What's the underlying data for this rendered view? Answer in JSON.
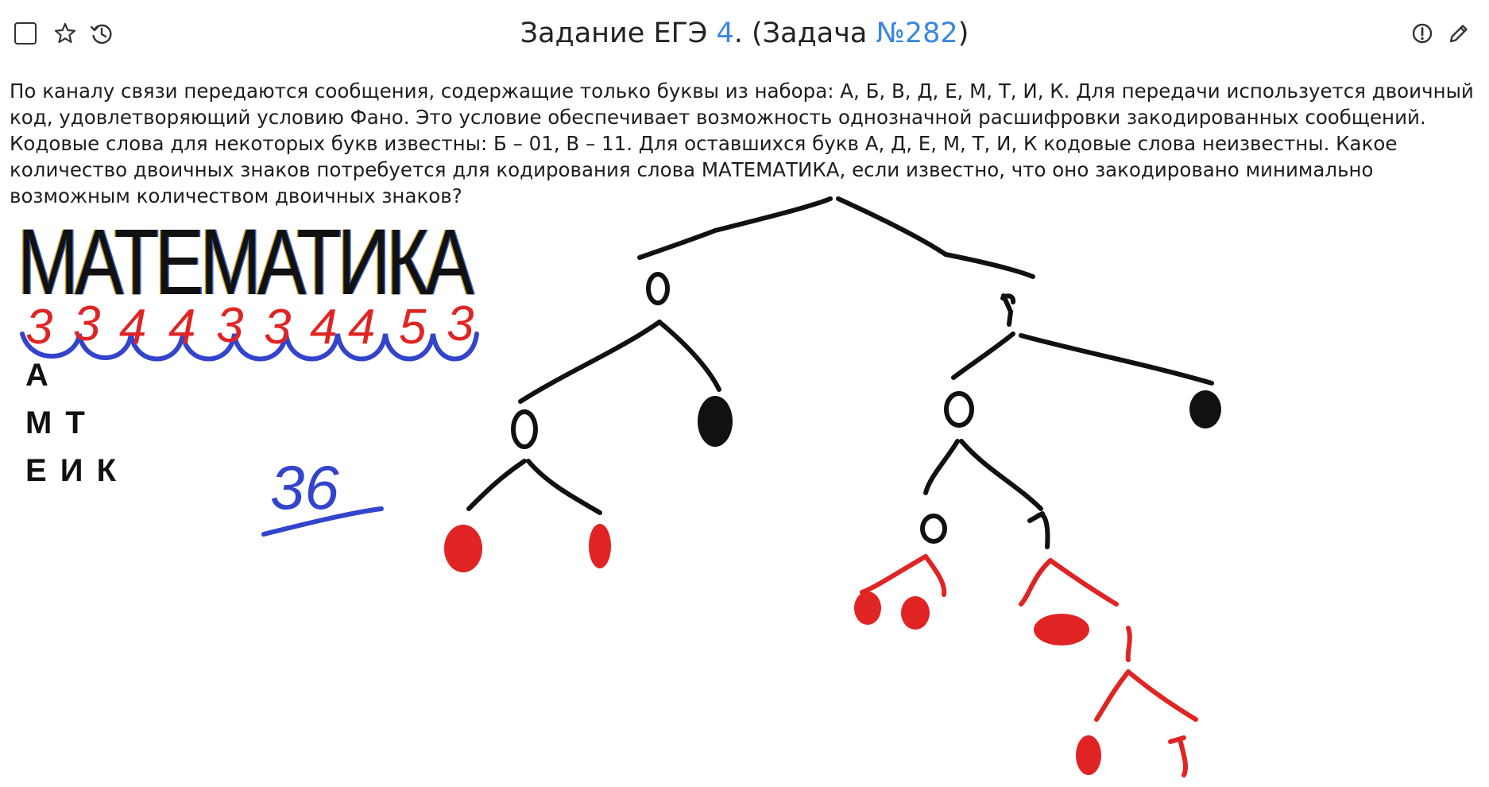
{
  "header": {
    "title_prefix": "Задание ЕГЭ ",
    "task_number": "4",
    "title_middle": ". (Задача ",
    "problem_number": "№282",
    "title_suffix": ")",
    "icons": [
      "checkbox-icon",
      "star-icon",
      "history-icon",
      "warning-icon",
      "edit-icon"
    ]
  },
  "problem": {
    "text": "По каналу связи передаются сообщения, содержащие только буквы из набора: А, Б, В, Д, Е, М, Т, И, К. Для передачи используется двоичный код, удовлетворяющий условию Фано. Это условие обеспечивает возможность однозначной расшифровки закодированных сообщений. Кодовые слова для некоторых букв известны: Б – 01, В – 11. Для оставшихся букв А, Д, Е, М, Т, И, К кодовые слова неизвестны. Какое количество двоичных знаков потребуется для кодирования слова МАТЕМАТИКА, если известно, что оно закодировано минимально возможным количеством двоичных знаков?"
  },
  "solution": {
    "word": "МАТЕМАТИКА",
    "lengths": [
      "3",
      "3",
      "4",
      "4",
      "3",
      "3",
      "4",
      "4",
      "5",
      "3"
    ],
    "groups": [
      "А",
      "М Т",
      "Е И К"
    ],
    "total": "36",
    "tree_labels": {
      "root_left": "0",
      "root_right": "1",
      "left_child": "0",
      "right_child": "0",
      "node_01": "0",
      "node_1": "1",
      "deep_1": "1",
      "deepest_1": "1"
    },
    "colors": {
      "ink": "#111111",
      "red": "#e02424",
      "blue": "#3344cc",
      "link": "#3a86e0"
    }
  }
}
